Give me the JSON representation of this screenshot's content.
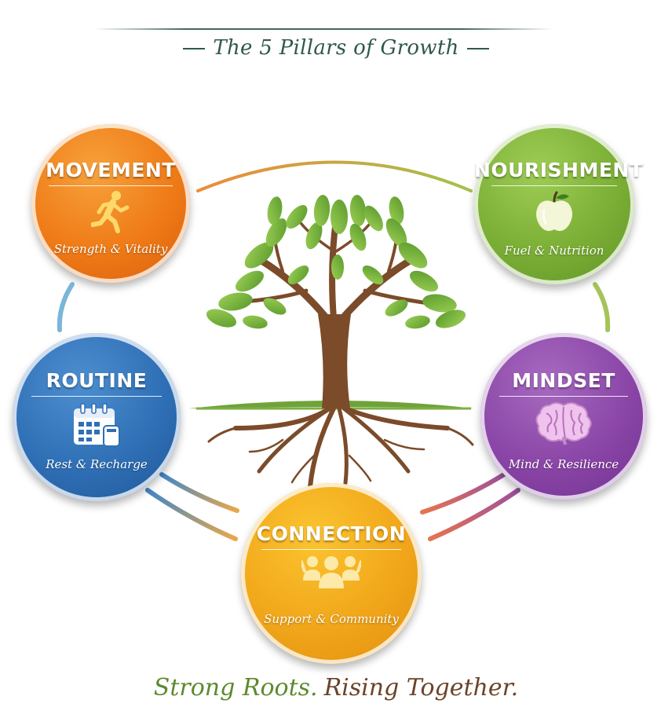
{
  "title": "The 5 Pillars of Growth",
  "tagline": {
    "part1": "Strong Roots.",
    "part2": "Rising Together."
  },
  "pillars": {
    "movement": {
      "name": "MOVEMENT",
      "subtitle": "Strength & Vitality",
      "color": "#ef7a16",
      "icon": "running-person-icon"
    },
    "nourishment": {
      "name": "NOURISHMENT",
      "subtitle": "Fuel & Nutrition",
      "color": "#7aae35",
      "icon": "apple-icon"
    },
    "routine": {
      "name": "ROUTINE",
      "subtitle": "Rest & Recharge",
      "color": "#2f6fb5",
      "icon": "calendar-icon"
    },
    "mindset": {
      "name": "MINDSET",
      "subtitle": "Mind & Resilience",
      "color": "#8a45a6",
      "icon": "brain-icon"
    },
    "connection": {
      "name": "CONNECTION",
      "subtitle": "Support & Community",
      "color": "#f1a61a",
      "icon": "people-group-icon"
    }
  },
  "center": {
    "icon": "tree-icon"
  }
}
